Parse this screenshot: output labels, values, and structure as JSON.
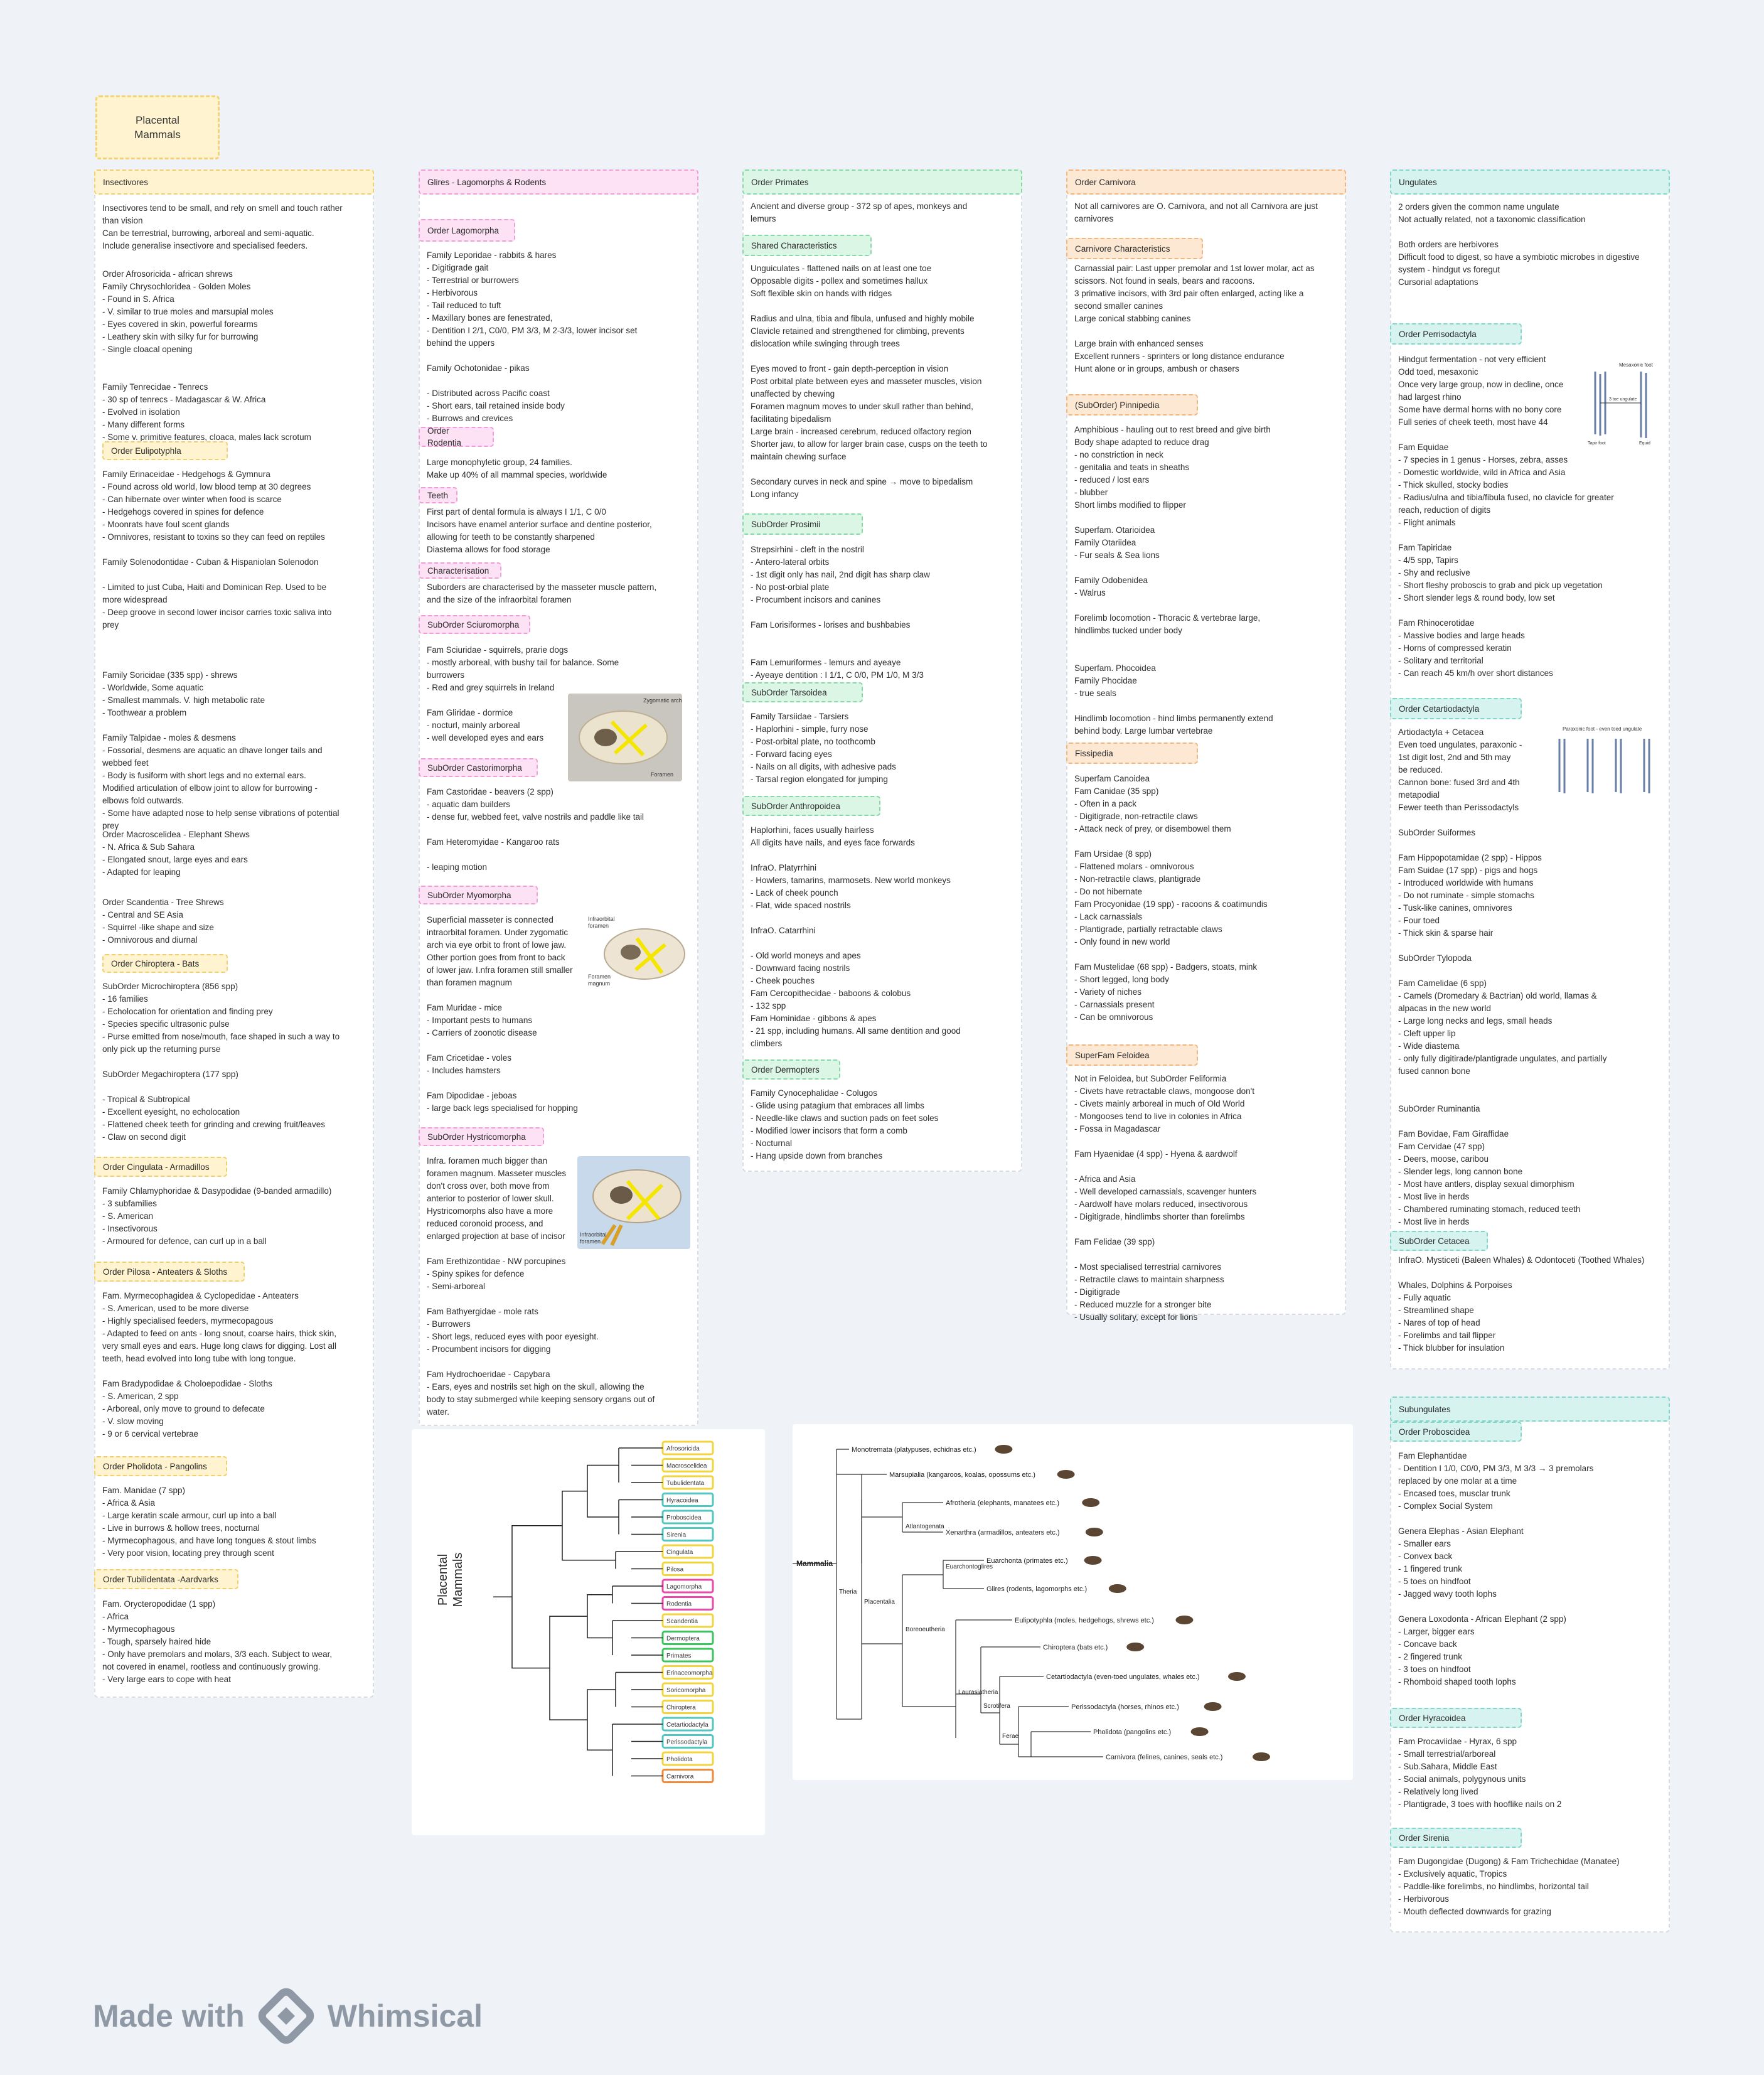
{
  "title": "Placental\nMammals",
  "watermark": {
    "made_with": "Made with",
    "brand": "Whimsical"
  },
  "columns": {
    "insectivores": {
      "header": "Insectivores",
      "intro": "Insectivores tend to be small, and rely on smell and touch rather\nthan vision\nCan be terrestrial, burrowing, arboreal and semi-aquatic.\nInclude generalise insectivore and specialised feeders.",
      "afrosoricida": "Order Afrosoricida - african shrews\n  Family Chrysochloridea - Golden Moles\n    - Found in S. Africa\n    - V. similar to true moles and marsupial moles\n    - Eyes covered in skin, powerful forearms\n    - Leathery skin with silky fur for burrowing\n    - Single cloacal opening\n\n\n  Family Tenrecidae - Tenrecs\n    - 30 sp of tenrecs - Madagascar & W. Africa\n    - Evolved in isolation\n    - Many different forms\n    - Some v. primitive features, cloaca, males lack scrotum",
      "eulipotyphla_h": "Order Eulipotyphla",
      "eulipotyphla": "Family Erinaceidae - Hedgehogs & Gymnura\n    - Found across old world, low blood temp at 30 degrees\n    - Can hibernate over winter when food is scarce\n    - Hedgehogs covered in spines for defence\n    - Moonrats have foul scent glands\n    - Omnivores, resistant to toxins so they can feed on reptiles\n\nFamily Solenodontidae - Cuban & Hispaniolan Solenodon\n\n    - Limited to just Cuba, Haiti and Dominican Rep. Used to be\n    more widespread\n    - Deep groove in second lower incisor carries toxic saliva into\n    prey\n\n\n\nFamily Soricidae (335 spp) - shrews\n    - Worldwide, Some aquatic\n    - Smallest mammals. V. high metabolic rate\n    - Toothwear a problem\n\nFamily Talpidae - moles & desmens\n    - Fossorial, desmens are aquatic an dhave longer tails and\n    webbed feet\n    -  Body is fusiform with short legs and no external ears.\n    Modified articulation of elbow joint to allow for burrowing -\n    elbows fold outwards.\n    - Some have adapted nose to help sense vibrations of potential\n    prey",
      "macroscelidea": "Order Macroscelidea - Elephant Shews\n    - N. Africa & Sub Sahara\n    - Elongated snout, large eyes and ears\n    - Adapted for leaping",
      "scandentia": "Order Scandentia - Tree Shrews\n    - Central and SE Asia\n    - Squirrel -like shape and size\n    - Omnivorous and diurnal",
      "chiroptera_h": "Order Chiroptera - Bats",
      "chiroptera": "SubOrder Microchiroptera (856 spp)\n    - 16 families\n    - Echolocation for orientation and finding prey\n    - Species specific ultrasonic pulse\n    - Purse emitted from nose/mouth, face shaped in such a way to\n    only pick up the returning purse\n\nSubOrder Megachiroptera (177 spp)\n\n    - Tropical & Subtropical\n    - Excellent eyesight, no echolocation\n    - Flattened cheek teeth for grinding and crewing fruit/leaves\n    - Claw on second digit",
      "cingulata_h": "Order Cingulata - Armadillos",
      "cingulata": "Family Chlamyphoridae & Dasypodidae (9-banded armadillo)\n    - 3 subfamilies\n    - S. American\n    - Insectivorous\n    - Armoured for defence, can curl up in a ball",
      "pilosa_h": "Order Pilosa - Anteaters & Sloths",
      "pilosa": "Fam. Myrmecophagidea & Cyclopedidae - Anteaters\n    - S. American, used to be more diverse\n  - Highly specialised feeders, myrmecopagous\n    - Adapted to feed on ants - long snout, coarse hairs, thick skin,\n  very small eyes and ears. Huge long claws for digging. Lost all\n  teeth, head evolved into long tube with long tongue.\n\nFam Bradypodidae & Choloepodidae - Sloths\n    - S. American, 2 spp\n    - Arboreal, only move to ground to defecate\n    - V. slow moving\n    - 9 or 6 cervical vertebrae",
      "pholidota_h": "Order Pholidota - Pangolins",
      "pholidota": "Fam. Manidae (7 spp)\n    - Africa & Asia\n    - Large keratin scale armour, curl up into a ball\n    - Live in burrows & hollow trees, nocturnal\n    - Myrmecophagous, and have long tongues & stout limbs\n    - Very poor vision, locating prey through scent",
      "tubulidentata_h": "Order Tubilidentata -Aardvarks",
      "tubulidentata": "Fam. Orycteropodidae (1 spp)\n    - Africa\n    - Myrmecophagous\n    - Tough, sparsely haired hide\n    - Only have premolars and molars, 3/3 each. Subject to wear,\n    not covered in enamel, rootless and continuously growing.\n    - Very large ears to cope with heat"
    },
    "glires": {
      "header": "Glires - Lagomorphs & Rodents",
      "lagomorpha_h": "Order Lagomorpha",
      "lagomorpha": "  Family Leporidae - rabbits & hares\n    - Digitigrade gait\n    - Terrestrial or burrowers\n    - Herbivorous\n    - Tail reduced to tuft\n    - Maxillary bones are fenestrated,\n    - Dentition I 2/1, C0/0, PM 3/3, M 2-3/3, lower incisor set\n    behind the uppers\n\nFamily Ochotonidae - pikas\n\n    - Distributed across Pacific coast\n    - Short ears, tail retained inside body\n    - Burrows and crevices",
      "rodentia_h": "Order Rodentia",
      "rodentia": "Large monophyletic group, 24 families.\nMake up 40% of all mammal species, worldwide",
      "teeth_h": "Teeth",
      "teeth": "First part of dental formula is always I 1/1, C 0/0\nIncisors have enamel anterior surface and dentine posterior,\nallowing for teeth to be constantly sharpened\nDiastema allows for food storage",
      "char_h": "Characterisation",
      "char": "Suborders are characterised by the masseter muscle pattern,\nand the size of the infraorbital foramen",
      "sciuro_h": "SubOrder Sciuromorpha",
      "sciuro": "Fam Sciuridae - squirrels, prarie dogs\n    - mostly arboreal, with bushy tail for balance. Some\n    burrowers\n    - Red and grey squirrels in Ireland\n\nFam Gliridae - dormice\n    - nocturl, mainly arboreal\n    - well developed eyes and ears",
      "sciuro_img": [
        "Zygomatic arch",
        "Foramen"
      ],
      "castor_h": "SubOrder Castorimorpha",
      "castor": "Fam Castoridae - beavers (2 spp)\n    - aquatic dam builders\n    - dense fur, webbed feet, valve nostrils and paddle like tail\n\nFam Heteromyidae - Kangaroo rats\n\n    - leaping motion",
      "myo_h": "SubOrder Myomorpha",
      "myo": "Superficial masseter is connected\nintraorbital foramen. Under zygomatic\narch via eye orbit to front of lowe jaw.\nOther portion goes from front to back\nof lower jaw. I.nfra foramen still smaller\nthan foramen magnum\n\nFam Muridae - mice\n    - Important pests to humans\n    - Carriers of zoonotic disease\n\nFam Cricetidae - voles\n    - Includes hamsters\n\nFam Dipodidae - jeboas\n    - large back legs specialised for hopping",
      "myo_img": [
        "Infraorbital\nforamen",
        "Foramen\nmagnum"
      ],
      "hystrico_h": "SubOrder Hystricomorpha",
      "hystrico": "Infra. foramen much bigger than\nforamen magnum. Masseter muscles\ndon't cross over, both move from\nanterior to posterior of lower skull.\nHystricomorphs also have a more\nreduced coronoid process, and\nenlarged projection at base of incisor\n\nFam Erethizontidae - NW porcupines\n    - Spiny spikes for defence\n    - Semi-arboreal\n\nFam Bathyergidae - mole rats\n    - Burrowers\n    - Short legs, reduced eyes with poor eyesight.\n    - Procumbent incisors for digging\n\nFam Hydrochoeridae - Capybara\n    - Ears, eyes and nostrils set high on the skull, allowing the\n    body to stay submerged while keeping sensory organs out of\n    water.",
      "hystrico_img": [
        "Infraorbital\nforamen"
      ]
    },
    "primates": {
      "header": "Order Primates",
      "intro": " Ancient and diverse group - 372 sp of apes, monkeys and\nlemurs",
      "shared_h": "Shared Characteristics",
      "shared": "Unguiculates - flattened nails on at least one toe\nOpposable digits - pollex and sometimes hallux\nSoft flexible skin on hands with ridges\n\nRadius and ulna, tibia and fibula, unfused and highly mobile\nClavicle retained and strengthened for climbing, prevents\ndislocation while swinging through trees\n\nEyes moved to front - gain depth-perception in vision\nPost orbital plate between eyes and masseter muscles, vision\nunaffected by chewing\nForamen magnum moves to under skull rather than behind,\nfacilitating bipedalism\nLarge brain - increased cerebrum, reduced olfactory region\nShorter jaw, to allow for larger brain case, cusps on the teeth to\nmaintain chewing surface\n\nSecondary curves in neck and spine → move to bipedalism\nLong infancy",
      "prosimii_h": "SubOrder Prosimii",
      "prosimii": "Strepsirhini - cleft in the nostril\n    - Antero-lateral orbits\n    - 1st digit only has nail, 2nd digit has sharp claw\n    - No post-orbial plate\n    - Procumbent incisors and canines\n\nFam Lorisiformes - lorises and bushbabies\n\n\nFam Lemuriformes - lemurs and ayeaye\n    - Ayeaye dentition : I 1/1, C 0/0, PM 1/0, M 3/3",
      "tarsoidea_h": "SubOrder Tarsoidea",
      "tarsoidea": "  Family Tarsiidae - Tarsiers\n    - Haplorhini - simple, furry nose\n    - Post-orbital plate, no toothcomb\n    - Forward facing eyes\n    - Nails on all digits, with adhesive pads\n    - Tarsal region elongated for jumping",
      "anthro_h": "SubOrder Anthropoidea",
      "anthro": "Haplorhini, faces usually hairless\nAll digits have nails, and eyes face forwards\n\nInfraO. Platyrrhini\n    - Howlers, tamarins, marmosets. New world monkeys\n    - Lack of cheek pounch\n    - Flat, wide spaced nostrils\n\nInfraO. Catarrhini\n\n    - Old world moneys and apes\n    - Downward facing nostrils\n    - Cheek pouches\n  Fam Cercopithecidae - baboons & colobus\n    - 132 spp\n  Fam Hominidae - gibbons & apes\n    - 21 spp, including humans. All same dentition and good\n    climbers",
      "dermo_h": "Order Dermopters",
      "dermo": "Family Cynocephalidae - Colugos\n    - Glide using patagium that embraces all limbs\n    - Needle-like claws and suction pads on feet soles\n    - Modified lower incisors that form a comb\n    - Nocturnal\n    - Hang upside down from branches"
    },
    "carnivora": {
      "header": "Order Carnivora",
      "intro": " Not all carnivores are O. Carnivora, and not all Carnivora are just\ncarnivores",
      "char_h": "Carnivore Characteristics",
      "char": "Carnassial pair: Last upper premolar and 1st lower molar, act as\nscissors. Not found in seals, bears and racoons.\n3 primative incisors, with 3rd pair often enlarged, acting like a\nsecond smaller canines\nLarge conical stabbing canines\n\nLarge brain with enhanced senses\nExcellent runners - sprinters or long distance endurance\nHunt alone or in groups, ambush or chasers",
      "pinni_h": "(SubOrder) Pinnipedia",
      "pinni": "Amphibious - hauling out to rest breed and give birth\nBody shape adapted to reduce drag\n - no constriction in neck\n - genitalia and teats in sheaths\n - reduced / lost ears\n - blubber\nShort limbs modified to flipper\n\nSuperfam. Otarioidea\n    Family Otariidea\n      - Fur seals & Sea lions\n\n    Family Odobenidea\n      - Walrus\n\n    Forelimb locomotion - Thoracic & vertebrae large,\n    hindlimbs tucked under body\n\n\nSuperfam. Phocoidea\n    Family Phocidae\n      - true seals\n\n    Hindlimb locomotion - hind limbs permanently extend\n    behind body. Large lumbar vertebrae",
      "fissi_h": "Fissipedia",
      "fissi": "Superfam Canoidea\n    Fam Canidae (35 spp)\n      - Often in a pack\n      - Digitigrade, non-retractile claws\n      - Attack neck of prey, or disembowel them\n\n    Fam Ursidae (8 spp)\n      - Flattened molars - omnivorous\n      - Non-retractile claws, plantigrade\n      - Do not hibernate\n    Fam Procyonidae (19 spp) - racoons & coatimundis\n      - Lack carnassials\n      - Plantigrade, partially retractable claws\n      - Only found in new world\n\n    Fam Mustelidae (68 spp) - Badgers, stoats, mink\n      - Short legged, long body\n      - Variety of niches\n      - Carnassials present\n      - Can be omnivorous",
      "feloid_h": "SuperFam Feloidea",
      "feloid": "  Not in Feloidea, but SubOrder Feliformia\n    - Civets have retractable claws, mongoose don't\n    - Civets mainly arboreal in much of Old World\n    - Mongooses tend to live in colonies in Africa\n    - Fossa in Magadascar\n\nFam Hyaenidae (4 spp) - Hyena & aardwolf\n\n    - Africa and Asia\n    - Well developed carnassials, scavenger hunters\n    - Aardwolf have molars reduced, insectivorous\n    - Digitigrade, hindlimbs shorter than forelimbs\n\nFam Felidae (39 spp)\n\n    - Most specialised terrestrial carnivores\n    - Retractile claws to maintain sharpness\n    - Digitigrade\n    - Reduced muzzle for a stronger bite\n    - Usually solitary, except for lions"
    },
    "ungulates": {
      "header": "Ungulates",
      "intro": "2 orders given the common name ungulate\nNot actually related, not a taxonomic classification\n\nBoth orders are herbivores\nDifficult food to digest, so have a symbiotic microbes in digestive\nsystem - hindgut vs foregut\nCursorial adaptations",
      "periss_h": "Order Perrisodactyla",
      "periss": "  Hindgut fermentation - not very efficient\nOdd toed, mesaxonic\nOnce very large group, now in decline, once\nhad largest rhino\nSome have dermal horns with no bony core\nFull series of cheek teeth, most have 44\n\nFam Equidae\n    - 7 species in 1 genus - Horses, zebra, asses\n    - Domestic worldwide, wild in Africa and Asia\n    - Thick skulled, stocky bodies\n    - Radius/ulna and tibia/fibula fused, no clavicle for greater\n    reach, reduction of digits\n    - Flight animals\n\nFam Tapiridae\n    - 4/5 spp, Tapirs\n    - Shy and reclusive\n    - Short fleshy proboscis to grab and pick up vegetation\n    - Short slender legs & round body, low set\n\nFam Rhinocerotidae\n    - Massive bodies and large heads\n    - Horns of compressed keratin\n    - Solitary and territorial\n    - Can reach 45 km/h over short distances",
      "periss_img": [
        "Mesaxonic foot",
        "3 toe ungulate",
        "Tapir foot",
        "Equid"
      ],
      "cetart_h": "Order Cetartiodactyla",
      "cetart": "  Artiodactyla + Cetacea\nEven toed ungulates, paraxonic -\n1st digit lost, 2nd and 5th may\nbe reduced.\nCannon bone: fused 3rd and 4th\nmetapodial\nFewer teeth than Perissodactyls\n\nSubOrder Suiformes\n\n    Fam Hippopotamidae (2 spp) - Hippos\n    Fam Suidae (17 spp) - pigs and hogs\n      - Introduced worldwide with humans\n      - Do not ruminate - simple stomachs\n      - Tusk-like canines, omnivores\n      - Four toed\n      - Thick skin & sparse hair\n\nSubOrder Tylopoda\n\n    Fam Camelidae (6 spp)\n      - Camels (Dromedary & Bactrian) old world, llamas &\n      alpacas in the new world\n      - Large long necks and legs, small heads\n      - Cleft upper lip\n      - Wide diastema\n      - only fully digitirade/plantigrade ungulates, and partially\n      fused cannon bone\n\n\nSubOrder Ruminantia\n\n    Fam Bovidae, Fam Giraffidae\n    Fam Cervidae (47 spp)\n      - Deers, moose, caribou\n      - Slender legs, long cannon bone\n      - Most have antlers, display sexual dimorphism\n      - Most live in herds\n      - Chambered ruminating stomach, reduced teeth\n      - Most live in herds",
      "cetart_img": [
        "Paraxonic foot - even toed ungulate"
      ],
      "cetacea_h": "SubOrder Cetacea",
      "cetacea": "InfraO. Mysticeti (Baleen Whales) & Odontoceti (Toothed Whales)\n\n    Whales, Dolphins & Porpoises\n      - Fully aquatic\n      - Streamlined shape\n      - Nares of top of head\n      - Forelimbs and tail flipper\n      - Thick blubber for insulation"
    },
    "subungulates": {
      "header": "Subungulates",
      "probo_h": "Order Proboscidea",
      "probo": "Fam Elephantidae\n    - Dentition I 1/0, C0/0, PM 3/3, M 3/3 → 3 premolars\n    replaced by one molar at a time\n    - Encased toes, musclar trunk\n    - Complex Social System\n\nGenera Elephas - Asian Elephant\n    - Smaller ears\n    - Convex back\n    - 1 fingered trunk\n    - 5 toes on hindfoot\n    - Jagged wavy tooth lophs\n\nGenera Loxodonta - African Elephant (2 spp)\n    - Larger, bigger ears\n    - Concave back\n    - 2 fingered trunk\n    - 3 toes on hindfoot\n    - Rhomboid shaped tooth lophs",
      "hyrac_h": "Order Hyracoidea",
      "hyrac": "Fam Procaviidae - Hyrax, 6 spp\n    - Small terrestrial/arboreal\n    - Sub.Sahara, Middle East\n    - Social animals, polygynous units\n    - Relatively long lived\n    - Plantigrade, 3 toes with hooflike nails on 2",
      "siren_h": "Order Sirenia",
      "siren": "Fam Dugongidae (Dugong) & Fam Trichechidae (Manatee)\n    - Exclusively aquatic, Tropics\n    - Paddle-like forelimbs, no hindlimbs, horizontal tail\n    - Herbivorous\n    - Mouth deflected downwards for grazing"
    }
  },
  "cladogram": {
    "title": "Placental\nMammals",
    "taxa": [
      {
        "name": "Afrosoricida",
        "color": "#f2d53c"
      },
      {
        "name": "Macroscelidea",
        "color": "#f2d53c"
      },
      {
        "name": "Tubulidentata",
        "color": "#f2d53c"
      },
      {
        "name": "Hyracoidea",
        "color": "#52c7c0"
      },
      {
        "name": "Proboscidea",
        "color": "#52c7c0"
      },
      {
        "name": "Sirenia",
        "color": "#52c7c0"
      },
      {
        "name": "Cingulata",
        "color": "#f2d53c"
      },
      {
        "name": "Pilosa",
        "color": "#f2d53c"
      },
      {
        "name": "Lagomorpha",
        "color": "#e84aa8"
      },
      {
        "name": "Rodentia",
        "color": "#e84aa8"
      },
      {
        "name": "Scandentia",
        "color": "#f2d53c"
      },
      {
        "name": "Dermoptera",
        "color": "#3cc45e"
      },
      {
        "name": "Primates",
        "color": "#3cc45e"
      },
      {
        "name": "Erinaceomorpha",
        "color": "#f2d53c"
      },
      {
        "name": "Soricomorpha",
        "color": "#f2d53c"
      },
      {
        "name": "Chiroptera",
        "color": "#f2d53c"
      },
      {
        "name": "Cetartiodactyla",
        "color": "#52c7c0"
      },
      {
        "name": "Perissodactyla",
        "color": "#52c7c0"
      },
      {
        "name": "Pholidota",
        "color": "#f2d53c"
      },
      {
        "name": "Carnivora",
        "color": "#f08a3a"
      }
    ]
  },
  "phylogeny": {
    "root": "Mammalia",
    "nodes": [
      "Theria",
      "Placentalia",
      "Atlantogenata",
      "Boreoeutheria",
      "Euarchontoglires",
      "Laurasiatheria",
      "Scrotifera",
      "Ferae"
    ],
    "leaves": [
      "Monotremata (platypuses, echidnas etc.)",
      "Marsupialia (kangaroos, koalas, opossums etc.)",
      "Afrotheria (elephants, manatees etc.)",
      "Xenarthra (armadillos, anteaters etc.)",
      "Euarchonta (primates etc.)",
      "Glires (rodents, lagomorphs etc.)",
      "Eulipotyphla (moles, hedgehogs, shrews etc.)",
      "Chiroptera (bats etc.)",
      "Cetartiodactyla (even-toed ungulates, whales etc.)",
      "Perissodactyla (horses, rhinos etc.)",
      "Pholidota (pangolins etc.)",
      "Carnivora (felines, canines, seals etc.)"
    ]
  },
  "colors": {
    "yellow": "#fff4cf",
    "pink": "#fde1f4",
    "green": "#dcf6e6",
    "orange": "#fde8d3",
    "teal": "#d6f3ef"
  }
}
